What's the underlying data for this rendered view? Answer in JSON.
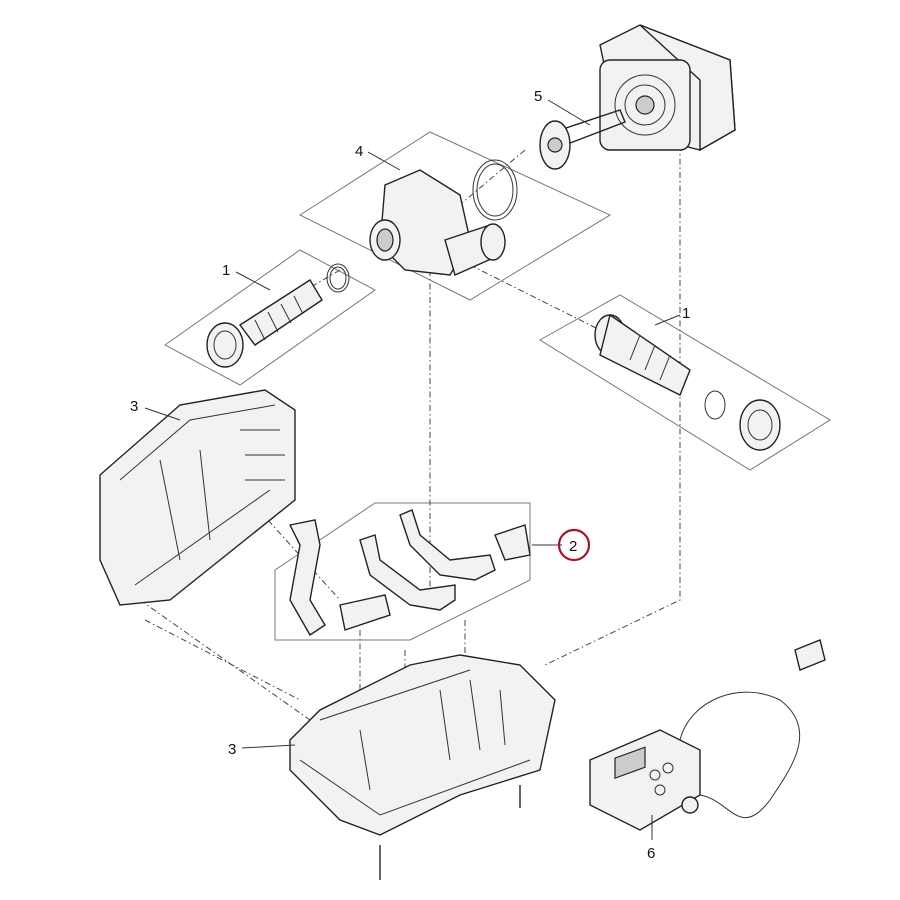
{
  "labels": {
    "motor_impeller": "5",
    "pump_housing": "4",
    "hose_connector_left": "1",
    "hose_connector_right": "1",
    "housing_top": "3",
    "inserts": "2",
    "housing_bottom": "3",
    "controller": "6"
  },
  "highlight_color": "#a3142a"
}
